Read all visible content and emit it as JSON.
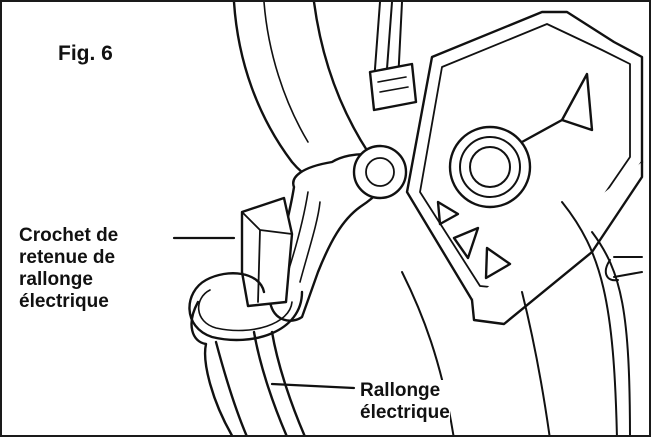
{
  "figure": {
    "title": "Fig. 6",
    "callouts": {
      "hook": {
        "lines": [
          "Crochet de",
          "retenue de",
          "rallonge",
          "électrique"
        ]
      },
      "cord": {
        "lines": [
          "Rallonge",
          "électrique"
        ]
      }
    }
  }
}
